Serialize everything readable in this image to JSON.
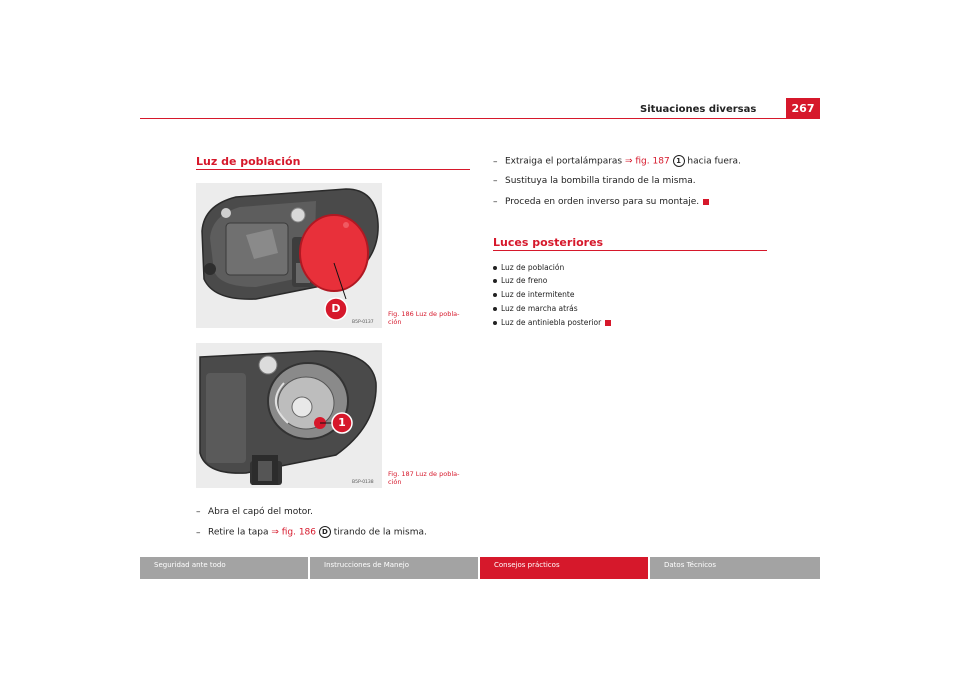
{
  "header": {
    "section_title": "Situaciones diversas",
    "page_number": "267"
  },
  "section1": {
    "heading": "Luz de población",
    "figures": [
      {
        "caption_line1": "Fig. 186   Luz de pobla-",
        "caption_line2": "ción",
        "code": "B5P-0137",
        "callout": "D"
      },
      {
        "caption_line1": "Fig. 187   Luz de pobla-",
        "caption_line2": "ción",
        "code": "B5P-0138",
        "callout": "1"
      }
    ],
    "steps_left": [
      {
        "dash": "–",
        "text": "Abra el capó del motor."
      },
      {
        "dash": "–",
        "pre": "Retire la tapa ",
        "ref": "⇒ fig. 186",
        "badge": "D",
        "post": " tirando de la misma."
      }
    ],
    "steps_right": [
      {
        "dash": "–",
        "pre": "Extraiga el portalámparas ",
        "ref": "⇒ fig. 187",
        "badge": "1",
        "post": " hacia fuera."
      },
      {
        "dash": "–",
        "text": "Sustituya la bombilla tirando de la misma."
      },
      {
        "dash": "–",
        "text": "Proceda en orden inverso para su montaje."
      }
    ]
  },
  "section2": {
    "heading": "Luces posteriores",
    "bullets": [
      "Luz de población",
      "Luz de freno",
      "Luz de intermitente",
      "Luz de marcha atrás",
      "Luz de antiniebla posterior"
    ]
  },
  "footer": {
    "tabs": [
      {
        "label": "Seguridad ante todo",
        "color": "#a3a3a3"
      },
      {
        "label": "Instrucciones de Manejo",
        "color": "#a3a3a3"
      },
      {
        "label": "Consejos prácticos",
        "color": "#d6182b"
      },
      {
        "label": "Datos Técnicos",
        "color": "#a3a3a3"
      }
    ]
  },
  "colors": {
    "accent": "#d6182b",
    "footer_gray": "#a3a3a3"
  }
}
